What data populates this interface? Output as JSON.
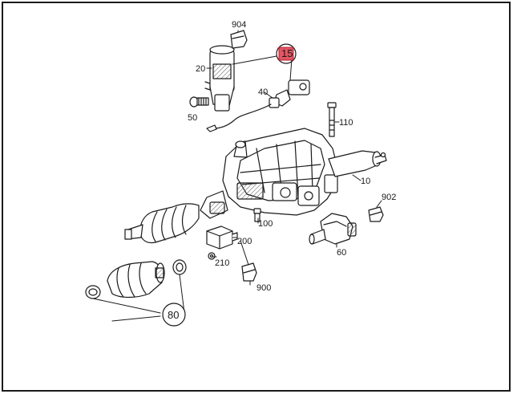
{
  "colors": {
    "highlight_fill": "#e25563",
    "highlight_stroke": "#b5202e",
    "line": "#1a1a1a",
    "part_fill": "#ffffff",
    "shade": "#8a8a8a"
  },
  "labels": {
    "p904": "904",
    "p20": "20",
    "p15": "15",
    "p40": "40",
    "p50": "50",
    "p110": "110",
    "p10": "10",
    "p902": "902",
    "p100": "100",
    "p200": "200",
    "p210": "210",
    "p60": "60",
    "p900": "900",
    "p80": "80"
  }
}
